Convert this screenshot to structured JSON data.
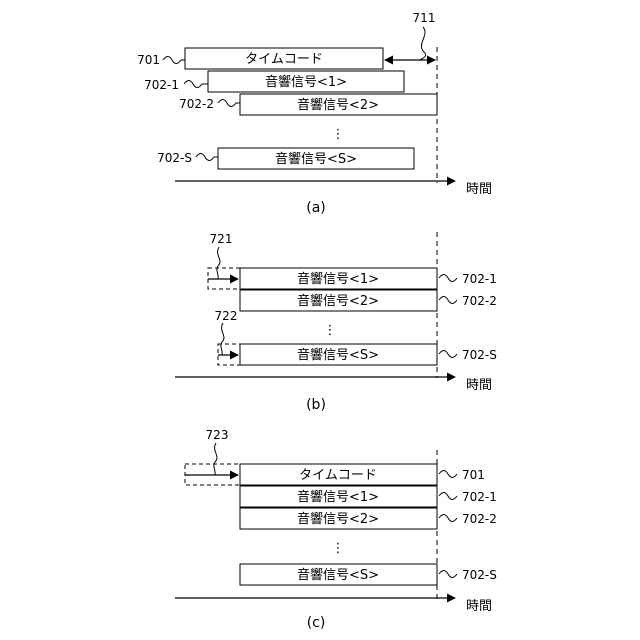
{
  "time_axis_label": "時間",
  "vertical_ellipsis": "⋮",
  "panel_a": {
    "caption": "(a)",
    "timecode_label": "タイムコード",
    "signal_1_label": "音響信号<1>",
    "signal_2_label": "音響信号<2>",
    "signal_s_label": "音響信号<S>",
    "ref_timecode": "701",
    "ref_signal_1": "702-1",
    "ref_signal_2": "702-2",
    "ref_signal_s": "702-S",
    "ref_offset": "711"
  },
  "panel_b": {
    "caption": "(b)",
    "signal_1_label": "音響信号<1>",
    "signal_2_label": "音響信号<2>",
    "signal_s_label": "音響信号<S>",
    "ref_signal_1": "702-1",
    "ref_signal_2": "702-2",
    "ref_signal_s": "702-S",
    "ref_shift_1": "721",
    "ref_shift_s": "722"
  },
  "panel_c": {
    "caption": "(c)",
    "timecode_label": "タイムコード",
    "signal_1_label": "音響信号<1>",
    "signal_2_label": "音響信号<2>",
    "signal_s_label": "音響信号<S>",
    "ref_timecode": "701",
    "ref_signal_1": "702-1",
    "ref_signal_2": "702-2",
    "ref_signal_s": "702-S",
    "ref_shift": "723"
  }
}
